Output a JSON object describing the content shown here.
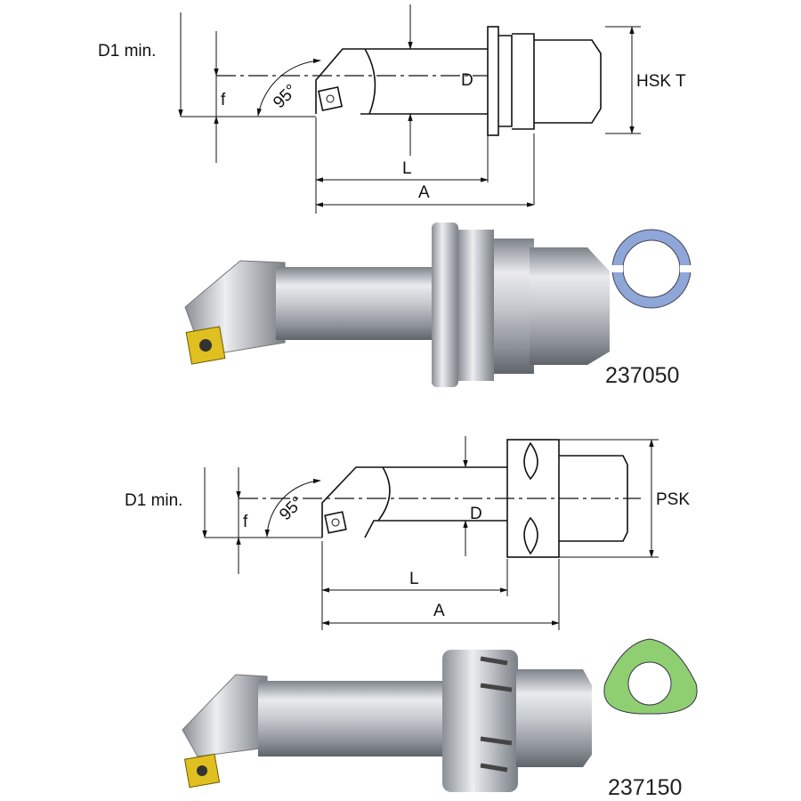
{
  "top_tool": {
    "labels": {
      "d1_min": "D1 min.",
      "f": "f",
      "angle": "95°",
      "d": "D",
      "l": "L",
      "a": "A",
      "interface": "HSK T"
    },
    "article_number": "237050",
    "profile_color": "#8fa6d8"
  },
  "bottom_tool": {
    "labels": {
      "d1_min": "D1 min.",
      "f": "f",
      "angle": "95°",
      "d": "D",
      "l": "L",
      "a": "A",
      "interface": "PSK"
    },
    "article_number": "237150",
    "profile_color": "#8fcf72"
  },
  "colors": {
    "insert": "#e0c020",
    "steel": "#b8bcc2"
  }
}
